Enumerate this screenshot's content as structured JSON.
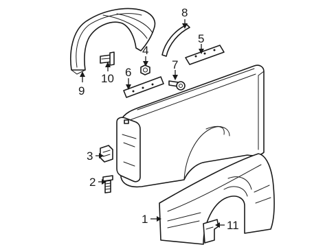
{
  "callouts": {
    "c1": "1",
    "c2": "2",
    "c3": "3",
    "c4": "4",
    "c5": "5",
    "c6": "6",
    "c7": "7",
    "c8": "8",
    "c9": "9",
    "c10": "10",
    "c11": "11"
  },
  "colors": {
    "line": "#1a1a1a",
    "background": "#ffffff"
  }
}
